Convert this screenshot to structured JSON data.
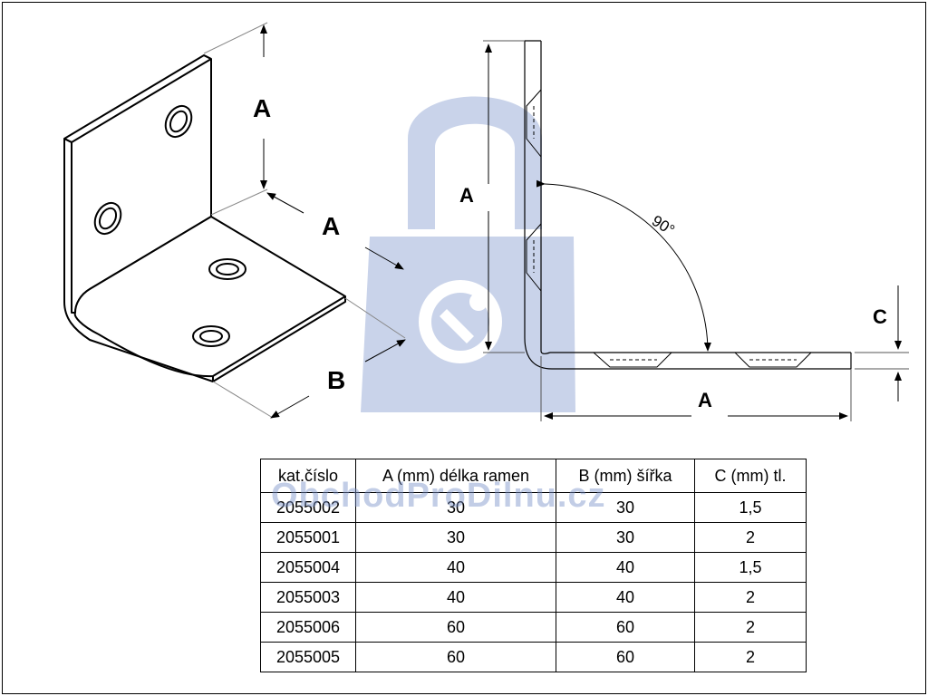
{
  "colors": {
    "line": "#000000",
    "watermark": "#c9d3ea",
    "watermark_text": "#7891c8"
  },
  "diagram": {
    "iso_view": {
      "dim_a_vertical": "A",
      "dim_a_depth": "A",
      "dim_b_width": "B"
    },
    "side_view": {
      "dim_a_vertical": "A",
      "dim_a_horizontal": "A",
      "dim_c_thickness": "C",
      "angle": "90°"
    },
    "watermark_text": "ObchodProDilnu.cz"
  },
  "table": {
    "headers": [
      "kat.číslo",
      "A (mm) délka ramen",
      "B (mm) šířka",
      "C (mm) tl."
    ],
    "rows": [
      [
        "2055002",
        "30",
        "30",
        "1,5"
      ],
      [
        "2055001",
        "30",
        "30",
        "2"
      ],
      [
        "2055004",
        "40",
        "40",
        "1,5"
      ],
      [
        "2055003",
        "40",
        "40",
        "2"
      ],
      [
        "2055006",
        "60",
        "60",
        "2"
      ],
      [
        "2055005",
        "60",
        "60",
        "2"
      ]
    ]
  }
}
